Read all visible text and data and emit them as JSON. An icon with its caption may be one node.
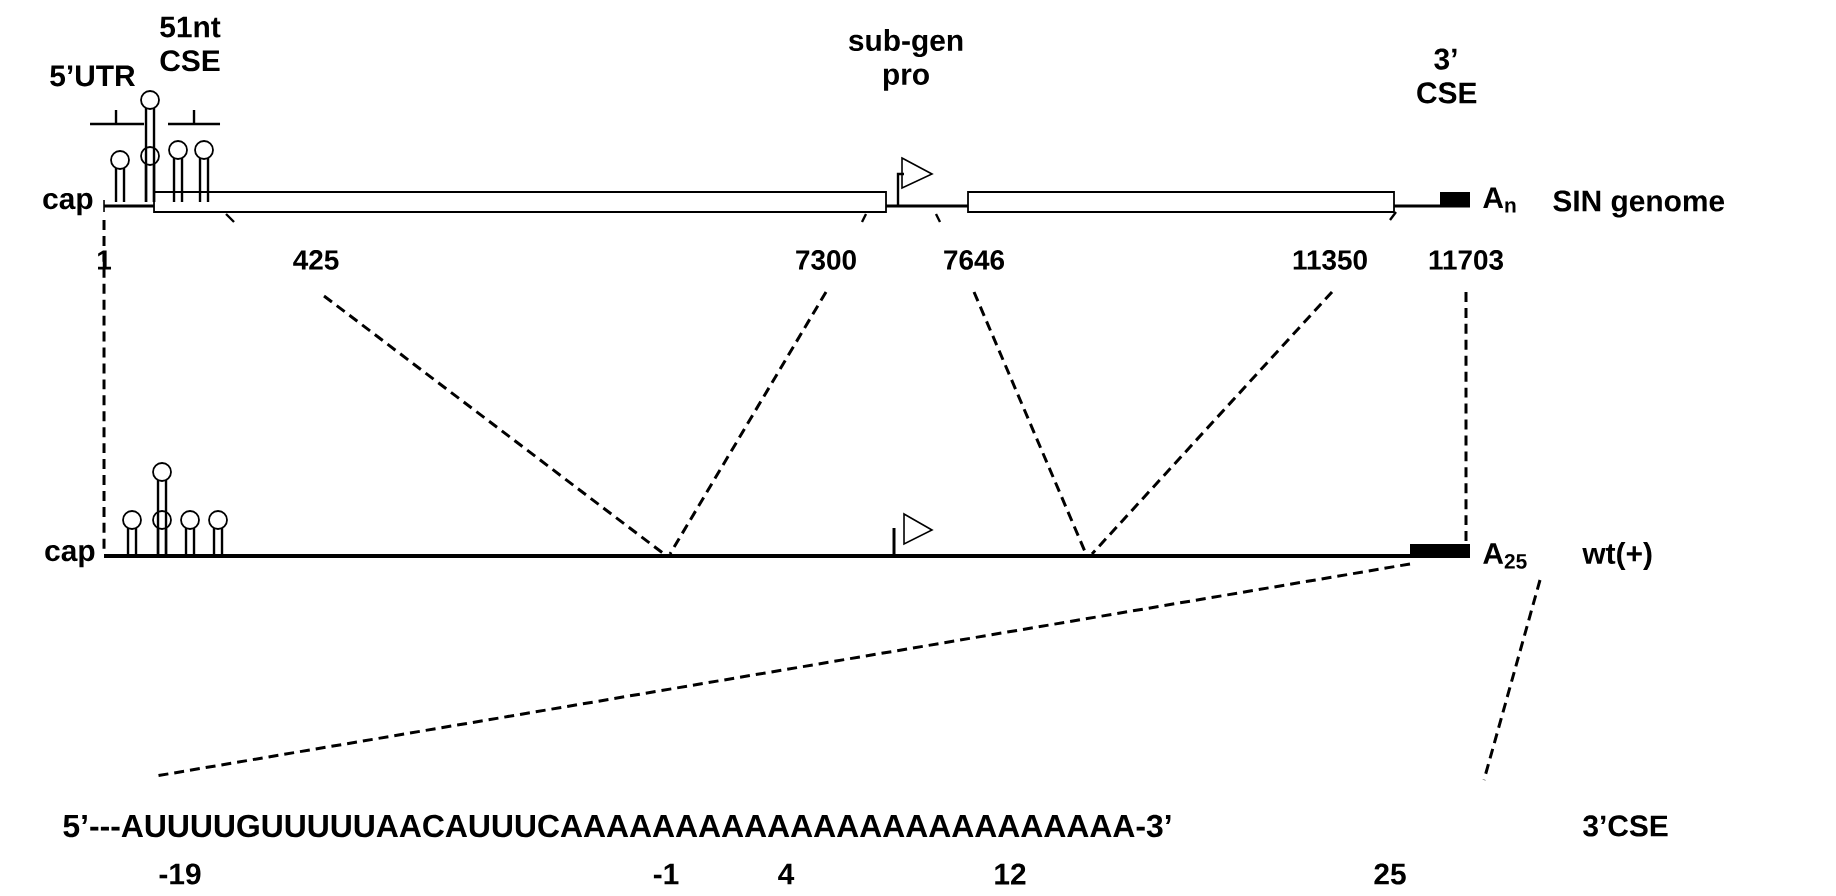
{
  "diagram": {
    "labels": [
      "51nt CSE",
      "5’UTR",
      "sub-gen pro",
      "3’ CSE",
      "cap",
      "A$_{n}$",
      "SIN genome",
      "1",
      "425",
      "7300",
      "7646",
      "11350",
      "11703",
      "cap",
      "A$_{25}$",
      "wt(+)",
      "5’---AUUUUGUUUUUAACAUUUCAAAAAAAAAAAAAAAAAAAAAAAAA-3’",
      "3’CSE",
      "-19",
      "-1",
      "4",
      "12",
      "25"
    ]
  }
}
